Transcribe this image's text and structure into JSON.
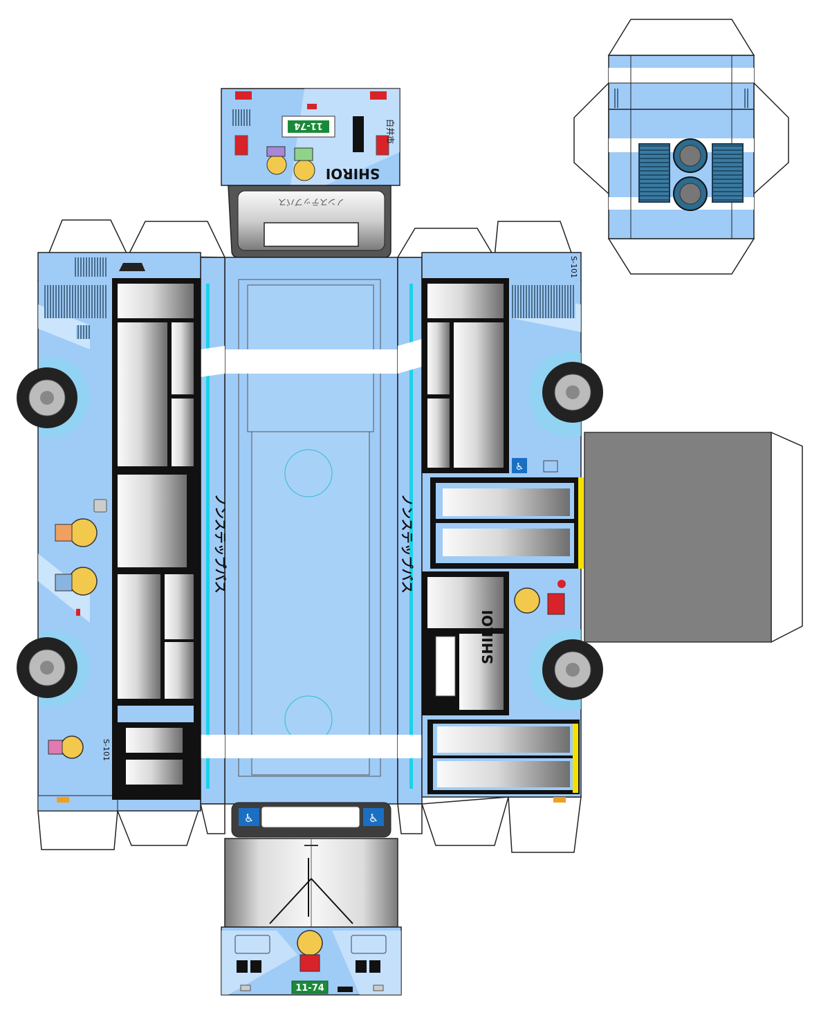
{
  "title": "",
  "colors": {
    "body": "#9fcbf7",
    "body_dark": "#7fb6ee",
    "stripe": "#ffffff",
    "window_light": "#f2f2f2",
    "window_dark": "#6b6b6b",
    "outline": "#111111",
    "cyan_line": "#19d3e8",
    "grille": "#2d5f80",
    "base_panel": "#808080",
    "plate": "#1a8a3a",
    "yellow": "#f5e000",
    "red": "#e02020"
  },
  "labels": {
    "route_number": "11-74",
    "city_name": "白井市",
    "brand_left": "SHIROI",
    "brand_side": "SHIROI",
    "nonstep_roof_left": "ノンステップバス",
    "nonstep_roof_right": "ノンステップバス",
    "nonstep_rear_window": "ノンステップバス",
    "fleet_number_right": "S-101",
    "fleet_number_left": "S-101",
    "front_plate": "11-74"
  },
  "icons": [
    "wheelchair-icon",
    "wheel-icon",
    "mascot-icon",
    "fan-icon",
    "grille-icon"
  ]
}
